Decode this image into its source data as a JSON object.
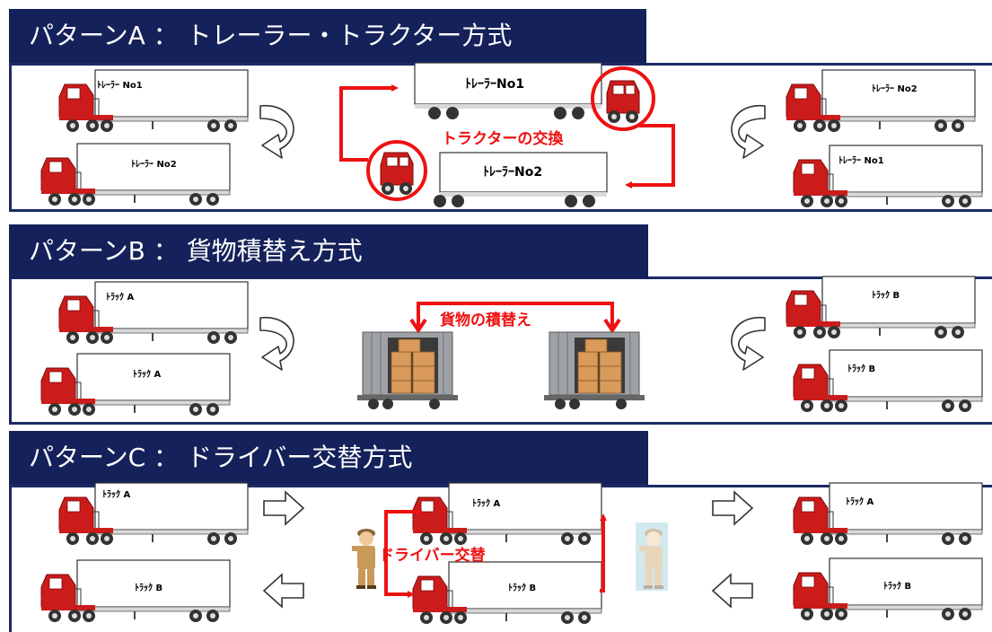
{
  "colors": {
    "navy": "#15215a",
    "panel_border": "#1c2a66",
    "cab_red": "#cc1b1b",
    "accent_red": "#ee1111",
    "cargo_brown": "#d99a5a"
  },
  "pattern_a": {
    "title": "パターンA ： トレーラー・トラクター方式",
    "left_top_trailer": "ﾄﾚｰﾗｰ No1",
    "left_bottom_trailer": "ﾄﾚｰﾗｰ No2",
    "center_top_trailer": "ﾄﾚｰﾗｰNo1",
    "center_bottom_trailer": "ﾄﾚｰﾗｰNo2",
    "swap_label": "トラクターの交換",
    "right_top_trailer": "ﾄﾚｰﾗｰ No2",
    "right_bottom_trailer": "ﾄﾚｰﾗｰ No1"
  },
  "pattern_b": {
    "title": "パターンB ： 貨物積替え方式",
    "left_top_truck": "ﾄﾗｯｸ A",
    "left_bottom_truck": "ﾄﾗｯｸ A",
    "transfer_label": "貨物の積替え",
    "right_top_truck": "ﾄﾗｯｸ B",
    "right_bottom_truck": "ﾄﾗｯｸ B"
  },
  "pattern_c": {
    "title": "パターンC ： ドライバー交替方式",
    "left_top_truck": "ﾄﾗｯｸ A",
    "left_bottom_truck": "ﾄﾗｯｸ B",
    "center_top_truck": "ﾄﾗｯｸ A",
    "center_bottom_truck": "ﾄﾗｯｸ B",
    "swap_label": "ドライバー交替",
    "right_top_truck": "ﾄﾗｯｸ A",
    "right_bottom_truck": "ﾄﾗｯｸ B"
  }
}
